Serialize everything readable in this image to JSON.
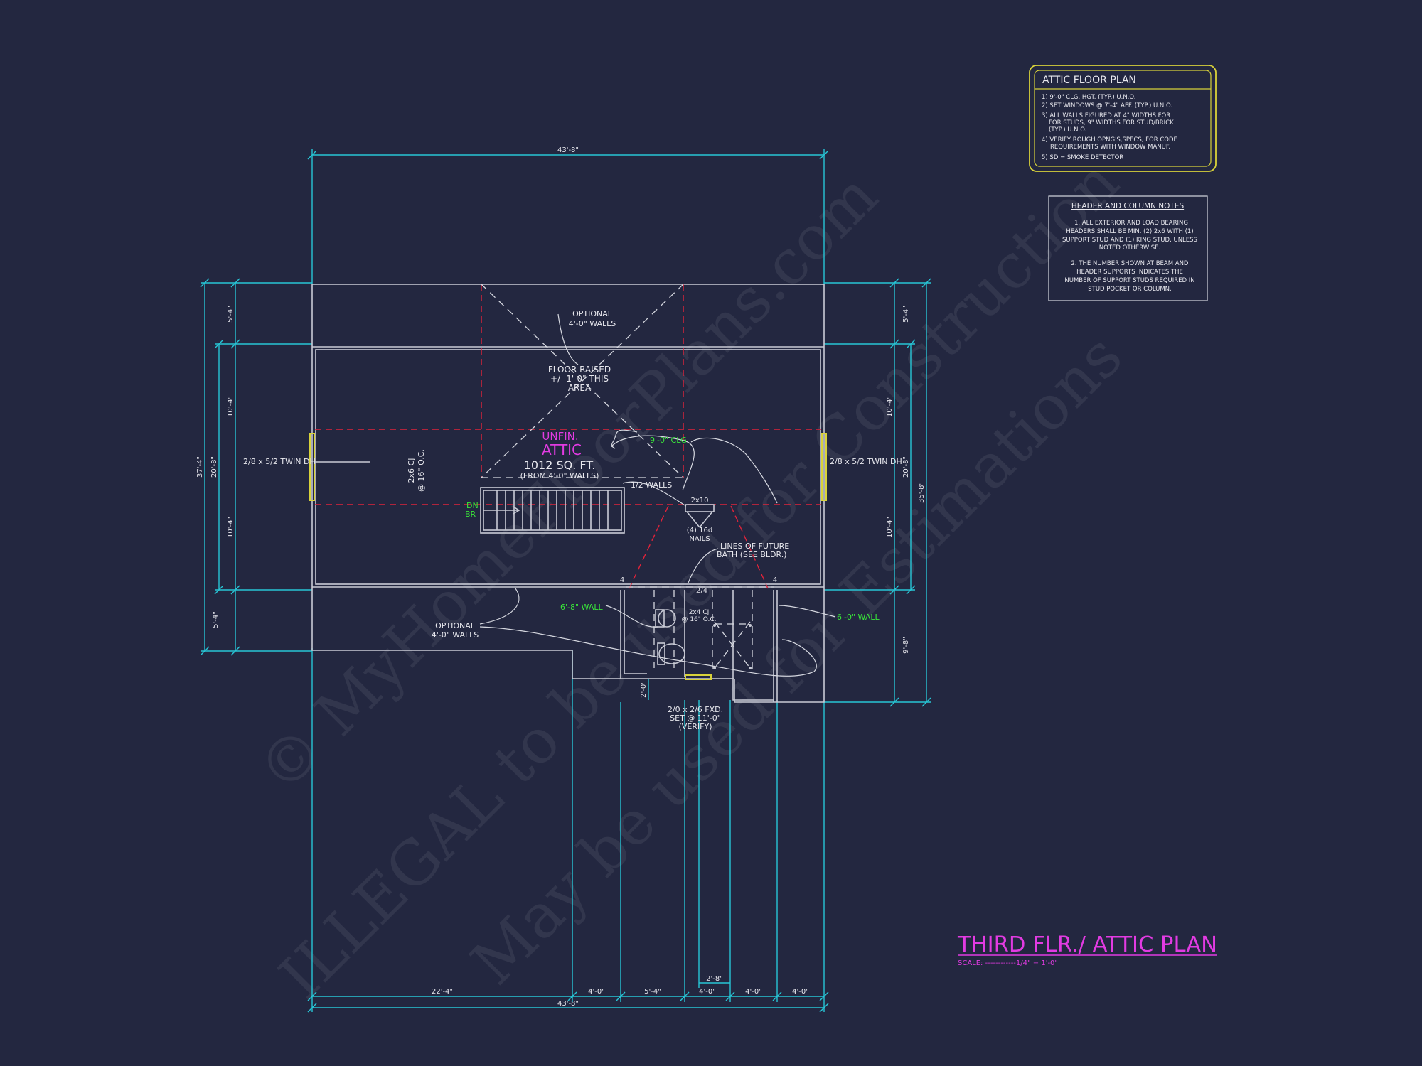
{
  "sheet": {
    "title": "THIRD FLR./ ATTIC PLAN",
    "scale": "SCALE: ------------1/4\" = 1'-0\"",
    "watermark_line1": "© MyHomeFloorPlans.com",
    "watermark_line2": "ILLEGAL to be used for Construction",
    "watermark_line3": "May be used for Estimations"
  },
  "attic_notes": {
    "title": "ATTIC FLOOR PLAN",
    "lines": [
      "1) 9'-0\" CLG. HGT. (TYP.) U.N.O.",
      "2) SET WINDOWS @ 7'-4\" AFF. (TYP.) U.N.O.",
      "3) ALL WALLS FIGURED AT 4\" WIDTHS FOR",
      "FOR STUDS, 9\" WIDTHS FOR STUD/BRICK",
      "(TYP.) U.N.O.",
      "4) VERIFY ROUGH OPNG'S,SPECS, FOR CODE",
      "REQUIREMENTS WITH WINDOW MANUF.",
      "5) SD = SMOKE DETECTOR"
    ]
  },
  "header_notes": {
    "title": "HEADER AND COLUMN NOTES",
    "lines": [
      "1. ALL EXTERIOR AND LOAD BEARING",
      "HEADERS SHALL BE MIN. (2) 2x6 WITH (1)",
      "SUPPORT STUD AND (1) KING STUD, UNLESS",
      "NOTED OTHERWISE.",
      "",
      "2. THE NUMBER SHOWN AT BEAM AND",
      "HEADER SUPPORTS INDICATES THE",
      "NUMBER OF SUPPORT STUDS REQUIRED IN",
      "STUD POCKET OR COLUMN."
    ]
  },
  "labels": {
    "optional_top": [
      "OPTIONAL",
      "4'-0\" WALLS"
    ],
    "floor_raised": [
      "FLOOR RAISED",
      "+/- 1'-0\" THIS",
      "AREA"
    ],
    "unfin": "UNFIN.",
    "attic": "ATTIC",
    "sqft": "1012 SQ. FT.",
    "from_walls": "(FROM 4'-0\" WALLS)",
    "half_walls": "1/2 WALLS",
    "clg": "9'-0\" CLG",
    "window_left": "2/8 x 5/2 TWIN DH",
    "window_right": "2/8 x 5/2 TWIN DH",
    "cj": [
      "2x6 CJ",
      "@ 16\" O.C."
    ],
    "dn": "DN",
    "br": "BR",
    "beam": "2x10",
    "nails": [
      "(4) 16d",
      "NAILS"
    ],
    "future_bath": [
      "LINES OF FUTURE",
      "BATH (SEE BLDR.)"
    ],
    "wall_left": "6'-8\" WALL",
    "wall_right": "6'-0\" WALL",
    "optional_bottom": [
      "OPTIONAL",
      "4'-0\" WALLS"
    ],
    "cj_bath": [
      "2x4 CJ",
      "@ 16\" O.C."
    ],
    "ratio": "2/4",
    "window_bath": [
      "2/0 x 2/6 FXD.",
      "SET @ 11'-0\"",
      "(VERIFY)"
    ],
    "stud_left": "4",
    "stud_right": "4"
  },
  "dimensions": {
    "top_overall": "43'-8\"",
    "bottom_overall": "43'-8\"",
    "bottom_segments": [
      "22'-4\"",
      "4'-0\"",
      "5'-4\"",
      "4'-0\"",
      "4'-0\"",
      "4'-0\""
    ],
    "bottom_small": "2'-8\"",
    "left_outer": "37'-4\"",
    "left_mid": "20'-8\"",
    "left_segments": [
      "5'-4\"",
      "10'-4\"",
      "10'-4\"",
      "5'-4\""
    ],
    "right_outer": "35'-8\"",
    "right_mid": "20'-8\"",
    "right_segments": [
      "5'-4\"",
      "10'-4\"",
      "10'-4\"",
      "9'-8\""
    ],
    "bath_small": "2'-0\""
  },
  "colors": {
    "background": "#232740",
    "dimension": "#27c6d6",
    "walls": "#c9cbd6",
    "hidden": "#e0233a",
    "note_green": "#39e639",
    "title_magenta": "#e23be2",
    "notes_border": "#d8d23a",
    "window": "#d8d23a"
  }
}
